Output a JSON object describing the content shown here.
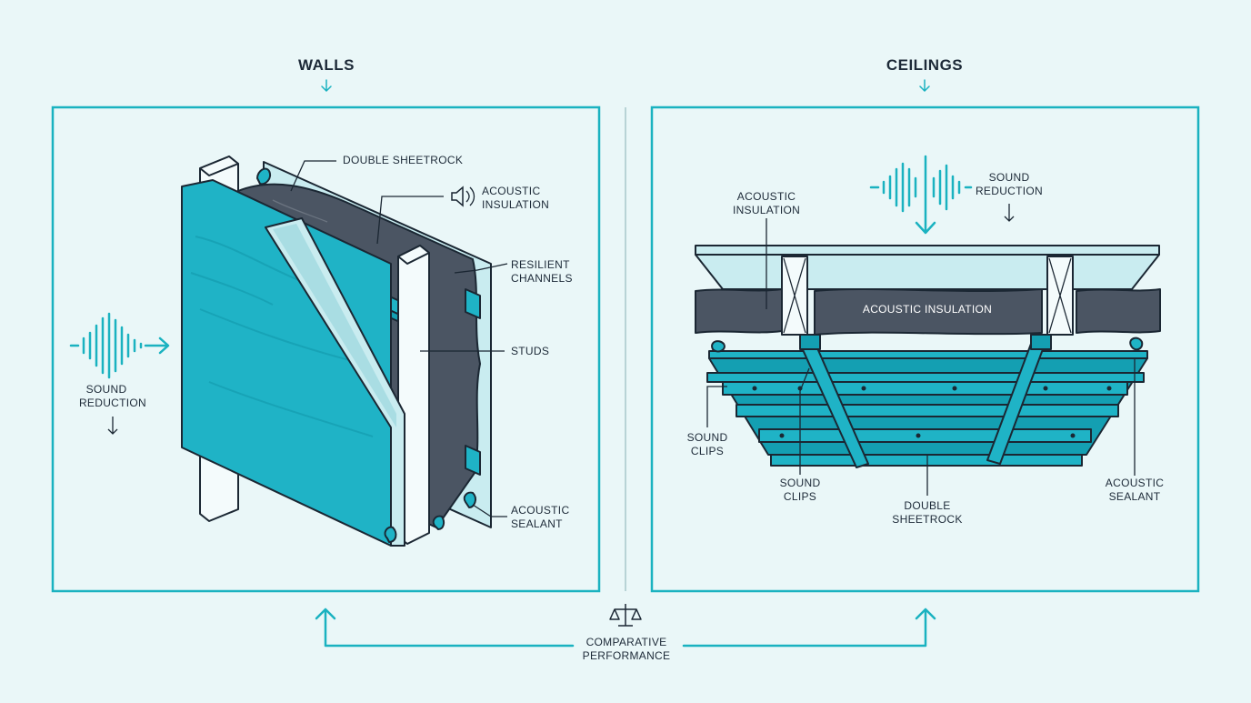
{
  "walls": {
    "title": "WALLS",
    "labels": {
      "double_sheetrock": "DOUBLE SHEETROCK",
      "acoustic_insulation": [
        "ACOUSTIC",
        "INSULATION"
      ],
      "resilient_channels": [
        "RESILIENT",
        "CHANNELS"
      ],
      "studs": "STUDS",
      "acoustic_sealant": [
        "ACOUSTIC",
        "SEALANT"
      ],
      "sound_reduction": [
        "SOUND",
        "REDUCTION"
      ]
    }
  },
  "ceilings": {
    "title": "CEILINGS",
    "labels": {
      "acoustic_insulation_left": [
        "ACOUSTIC",
        "INSULATION"
      ],
      "acoustic_insulation_center": "ACOUSTIC INSULATION",
      "sound_reduction": [
        "SOUND",
        "REDUCTION"
      ],
      "sound_clips_left": [
        "SOUND",
        "CLIPS"
      ],
      "sound_clips_center": [
        "SOUND",
        "CLIPS"
      ],
      "double_sheetrock": [
        "DOUBLE",
        "SHEETROCK"
      ],
      "acoustic_sealant": [
        "ACOUSTIC",
        "SEALANT"
      ]
    }
  },
  "footer": {
    "comparative_performance": [
      "COMPARATIVE",
      "PERFORMANCE"
    ]
  },
  "colors": {
    "accent": "#1ab2c0",
    "board": "#1fb3c6",
    "insulation": "#4b5563",
    "background": "#eaf7f8"
  },
  "icons": [
    "down-arrow-icon",
    "speaker-icon",
    "sound-wave-icon",
    "right-arrow-icon",
    "balance-scale-icon"
  ]
}
